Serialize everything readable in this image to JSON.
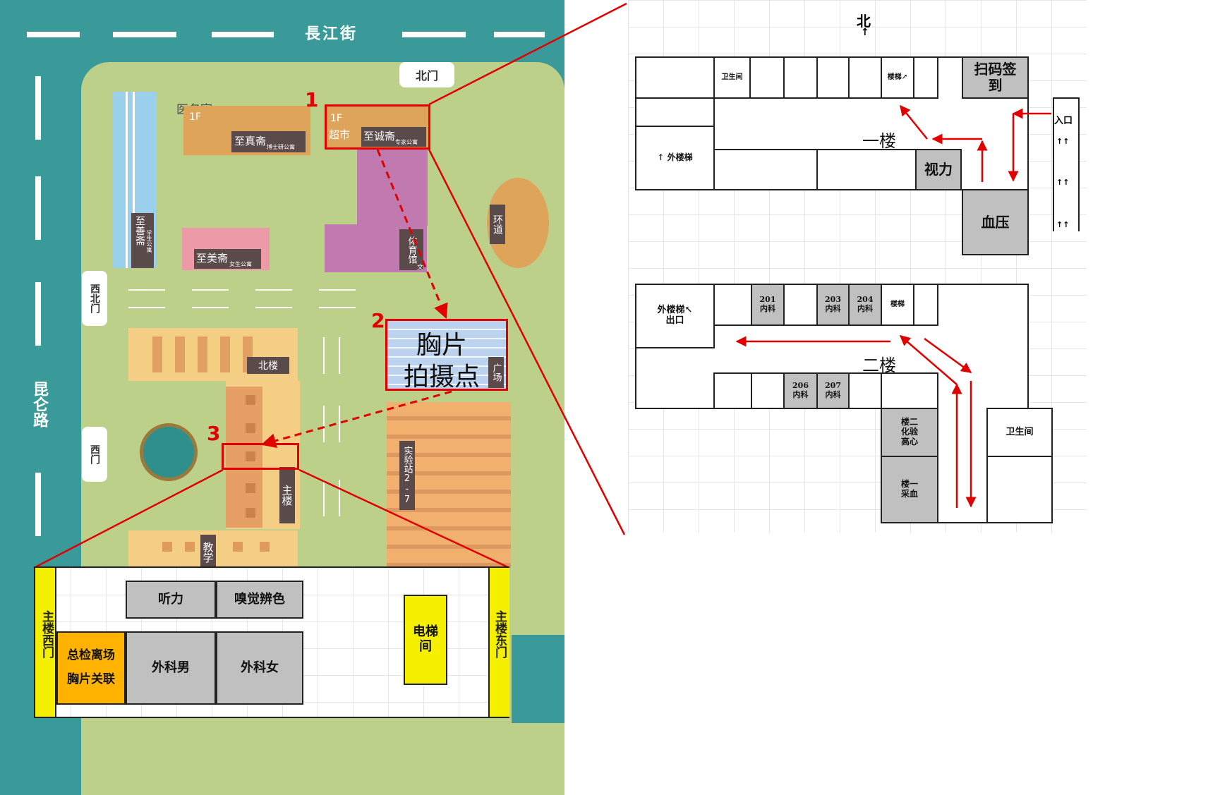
{
  "campus": {
    "streets": {
      "top": "長江街",
      "left": "昆仑路"
    },
    "gates": {
      "north": "北门",
      "west_north": "西北门",
      "west": "西门"
    },
    "buildings": {
      "clinic": "医务室",
      "floor_1f_a": "1F",
      "zhizhen": "至真斋",
      "zhizhen_sub": "博士研公寓",
      "floor_1f_b": "1F",
      "market": "超市",
      "zhicheng": "至诚斋",
      "zhicheng_sub": "专家公寓",
      "zhishan": "至善斋",
      "zhishan_sub": "学生公寓",
      "zhimei": "至美斋",
      "zhimei_sub": "女生公寓",
      "gym": "体育馆",
      "gym_sub": "文",
      "ring_road": "环道",
      "north_building": "北楼",
      "main_building": "主楼",
      "teaching": "教学",
      "lab_station": "实验站2-7",
      "square": "广场",
      "district_partial": "区）"
    },
    "markers": {
      "one": "1",
      "two": "2",
      "three": "3"
    },
    "xray": {
      "line1": "胸片",
      "line2": "拍摄点"
    }
  },
  "main_floor": {
    "west_gate": "主楼西门",
    "east_gate": "主楼东门",
    "hearing": "听力",
    "smell_color": "嗅觉辨色",
    "checkout_line1": "总检离场",
    "checkout_line2": "胸片关联",
    "surgery_male": "外科男",
    "surgery_female": "外科女",
    "elevator": "电梯间"
  },
  "floor1": {
    "north": "北",
    "north_arrow": "↑",
    "restroom": "卫生间",
    "stairs": "楼梯↗",
    "scan_line1": "扫码签",
    "scan_line2": "到",
    "entrance": "入口",
    "up_arrows": "↑↑",
    "outer_stairs": "↑ 外楼梯",
    "floor_label": "一楼",
    "vision": "视力",
    "blood_pressure": "血压"
  },
  "floor2": {
    "exit_line1": "外楼梯↖",
    "exit_line2": "出口",
    "r201": "201\n内科",
    "r203": "203\n内科",
    "r204": "204\n内科",
    "stairs": "楼梯",
    "floor_label": "二楼",
    "r206": "206\n内科",
    "r207": "207\n内科",
    "lab_center": "楼二\n化验\n高心",
    "blood_draw": "楼一\n采血",
    "restroom": "卫生间"
  },
  "colors": {
    "teal": "#3a9a9a",
    "lawn": "#bcd08a",
    "ochre": "#dea55a",
    "pink": "#ec9aa8",
    "magenta": "#c07ab0",
    "accent_red": "#e00000",
    "yellow": "#f5ef00",
    "amber": "#ffb300"
  }
}
